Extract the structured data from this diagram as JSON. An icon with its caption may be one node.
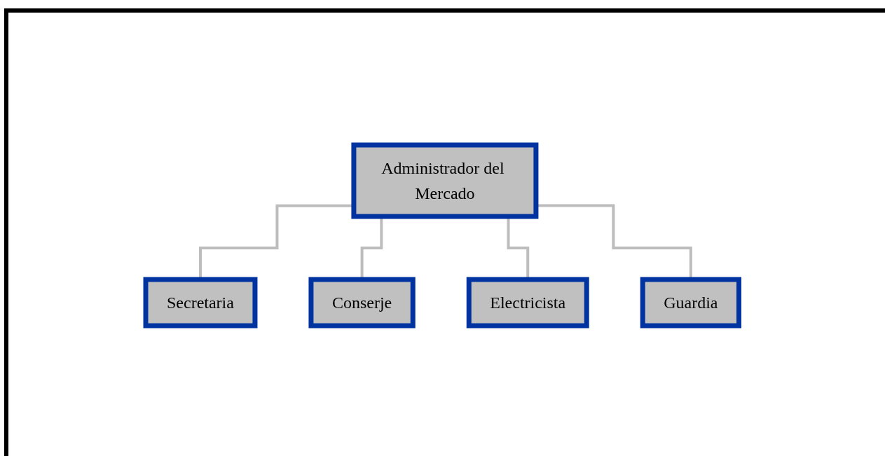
{
  "diagram": {
    "nodes": [
      {
        "text": [
          "Administrador del Mercado"
        ]
      },
      {
        "text": [
          "Secretaria"
        ]
      },
      {
        "text": [
          "Conserje"
        ]
      },
      {
        "text": [
          "Electricista"
        ]
      },
      {
        "text": [
          "Guardia"
        ]
      }
    ],
    "edges": [
      {
        "from": 0,
        "to": 1,
        "arrow": "none"
      },
      {
        "from": 0,
        "to": 2,
        "arrow": "none"
      },
      {
        "from": 0,
        "to": 3,
        "arrow": "none"
      },
      {
        "from": 0,
        "to": 4,
        "arrow": "none"
      }
    ]
  }
}
